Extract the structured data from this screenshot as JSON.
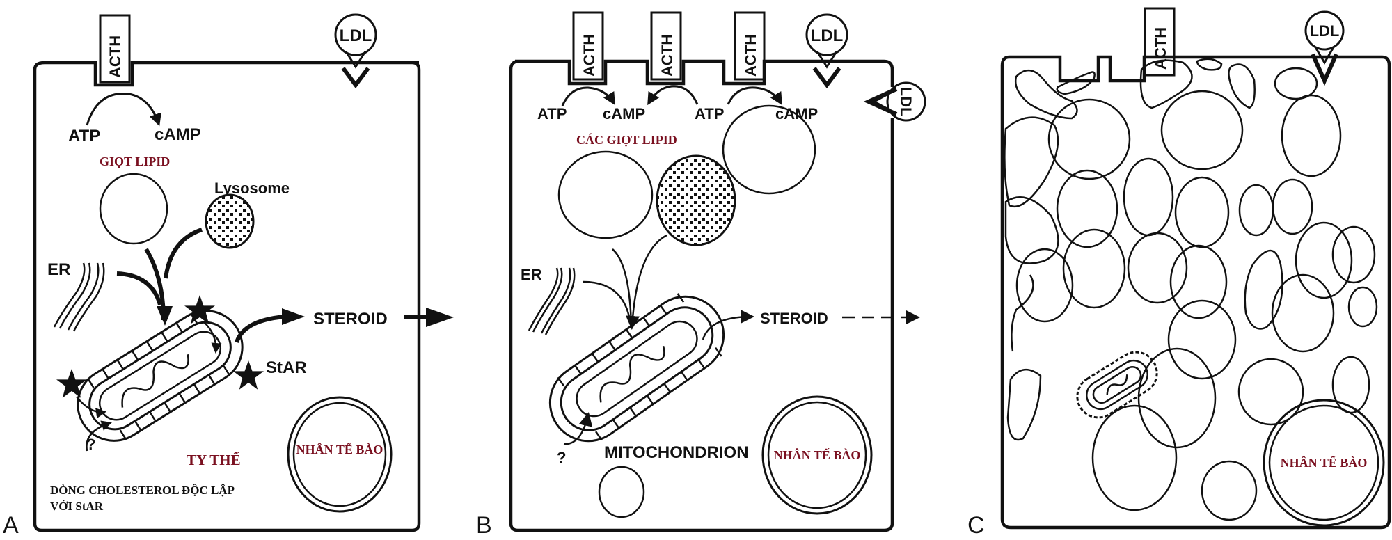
{
  "figure": {
    "text_color_labels": "#7a1020",
    "line_color": "#111111"
  },
  "panels": [
    {
      "id": "A",
      "panel_label": "A",
      "acth": [
        "ACTH"
      ],
      "ldl": [
        "LDL"
      ],
      "atp": "ATP",
      "camp": "cAMP",
      "lipid_drop_label": "GIỌT LIPID",
      "lysosome_label": "Lysosome",
      "er_label": "ER",
      "steroid_label": "STEROID",
      "star_label": "StAR",
      "question": "?",
      "mito_label": "TY THỂ",
      "nucleus_label": "NHÂN TẾ BÀO",
      "footnote_line1": "DÒNG CHOLESTEROL ĐỘC LẬP",
      "footnote_line2": "VỚI StAR"
    },
    {
      "id": "B",
      "panel_label": "B",
      "acth": [
        "ACTH",
        "ACTH",
        "ACTH"
      ],
      "ldl": [
        "LDL",
        "LDL"
      ],
      "atp": [
        "ATP",
        "ATP"
      ],
      "camp": [
        "cAMP",
        "cAMP"
      ],
      "lipid_drop_label": "CÁC GIỌT LIPID",
      "er_label": "ER",
      "steroid_label": "STEROID",
      "question": "?",
      "mito_label": "MITOCHONDRION",
      "nucleus_label": "NHÂN TẾ BÀO"
    },
    {
      "id": "C",
      "panel_label": "C",
      "acth": [
        "ACTH"
      ],
      "ldl": [
        "LDL"
      ],
      "nucleus_label": "NHÂN TẾ BÀO"
    }
  ]
}
